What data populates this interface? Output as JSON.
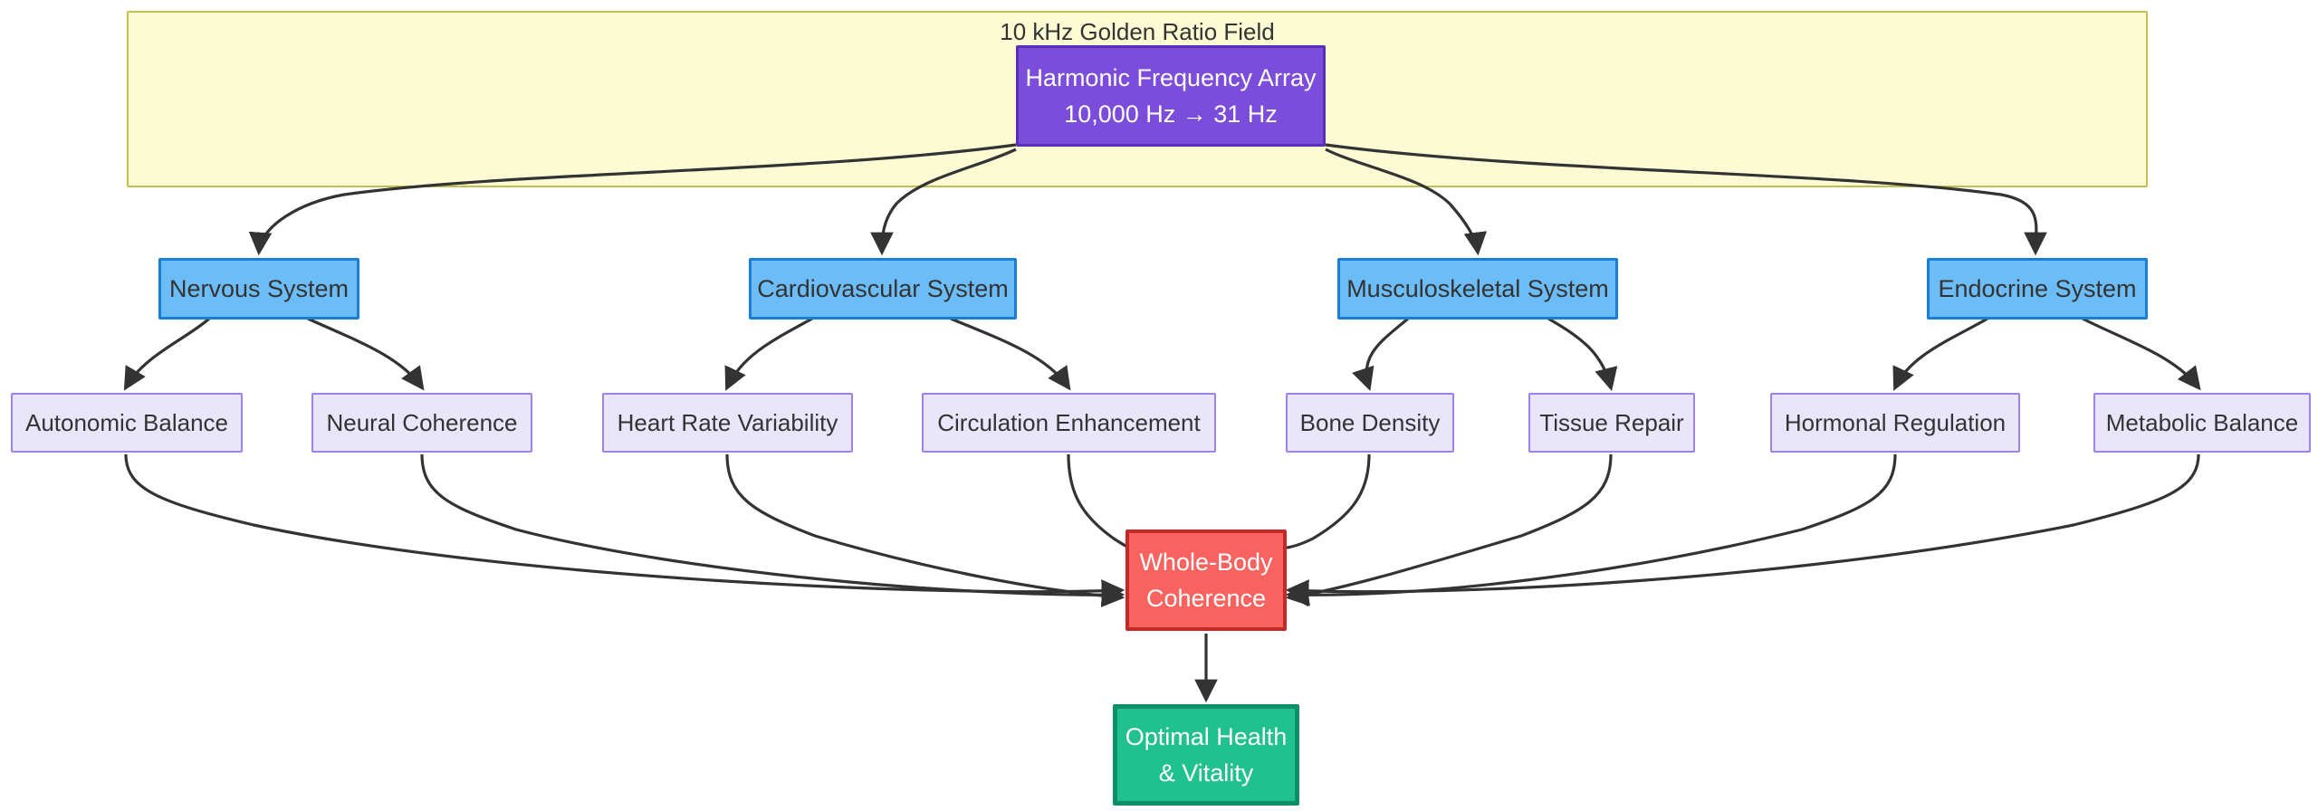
{
  "diagram": {
    "type": "flowchart",
    "direction": "top-down",
    "background_color": "#ffffff",
    "edge_color": "#333333"
  },
  "cluster": {
    "title": "10 kHz Golden Ratio Field",
    "fill_color": "#fdfbd4",
    "border_color": "#bfbf50"
  },
  "root": {
    "line1": "Harmonic Frequency Array",
    "line2": "10,000 Hz → 31 Hz",
    "fill_color": "#7c4ddb",
    "border_color": "#5a2fb5",
    "text_color": "#ffffff"
  },
  "systems": [
    {
      "label": "Nervous System",
      "fill_color": "#6cbcf7",
      "border_color": "#1a7fd4"
    },
    {
      "label": "Cardiovascular System",
      "fill_color": "#6cbcf7",
      "border_color": "#1a7fd4"
    },
    {
      "label": "Musculoskeletal System",
      "fill_color": "#6cbcf7",
      "border_color": "#1a7fd4"
    },
    {
      "label": "Endocrine System",
      "fill_color": "#6cbcf7",
      "border_color": "#1a7fd4"
    }
  ],
  "effects": [
    {
      "label": "Autonomic Balance",
      "fill_color": "#e9e6fb",
      "border_color": "#9f82e8"
    },
    {
      "label": "Neural Coherence",
      "fill_color": "#e9e6fb",
      "border_color": "#9f82e8"
    },
    {
      "label": "Heart Rate Variability",
      "fill_color": "#e9e6fb",
      "border_color": "#9f82e8"
    },
    {
      "label": "Circulation Enhancement",
      "fill_color": "#e9e6fb",
      "border_color": "#9f82e8"
    },
    {
      "label": "Bone Density",
      "fill_color": "#e9e6fb",
      "border_color": "#9f82e8"
    },
    {
      "label": "Tissue Repair",
      "fill_color": "#e9e6fb",
      "border_color": "#9f82e8"
    },
    {
      "label": "Hormonal Regulation",
      "fill_color": "#e9e6fb",
      "border_color": "#9f82e8"
    },
    {
      "label": "Metabolic Balance",
      "fill_color": "#e9e6fb",
      "border_color": "#9f82e8"
    }
  ],
  "coherence": {
    "line1": "Whole-Body",
    "line2": "Coherence",
    "fill_color": "#f9635f",
    "border_color": "#c42926",
    "text_color": "#ffffff"
  },
  "outcome": {
    "line1": "Optimal Health",
    "line2": "& Vitality",
    "fill_color": "#21c18e",
    "border_color": "#0e8f68",
    "text_color": "#ffffff"
  }
}
